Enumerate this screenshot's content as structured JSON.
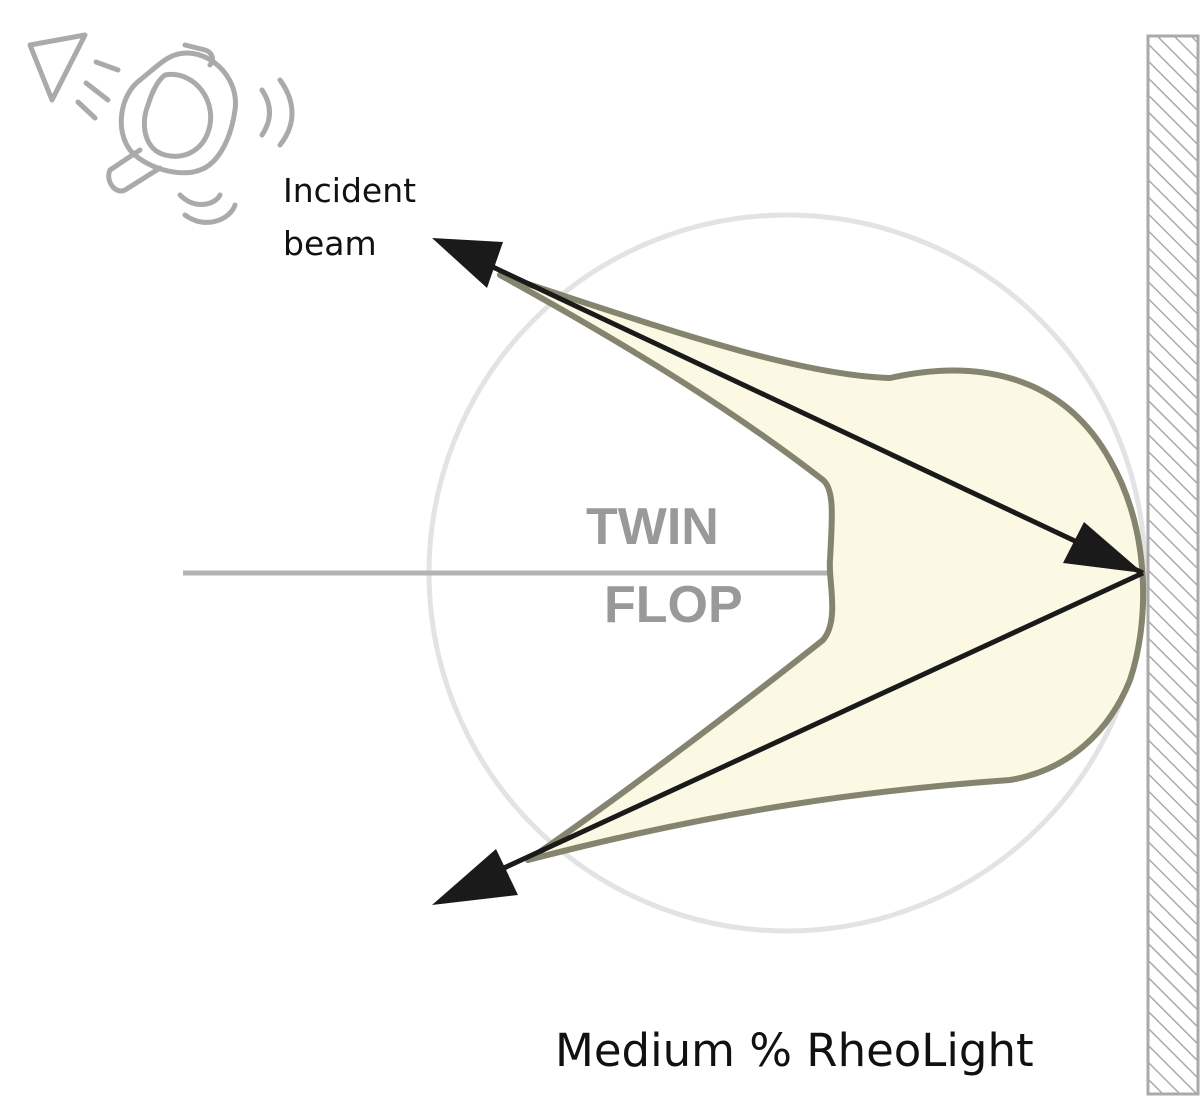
{
  "incident_label": {
    "line1": "Incident",
    "line2": "beam"
  },
  "center_label": {
    "line1": "TWIN",
    "line2": "FLOP"
  },
  "caption": "Medium % RheoLight",
  "colors": {
    "lobe_fill": "#fbf9e4",
    "lobe_stroke": "#84846f",
    "circle": "#e3e3e3",
    "axis_line": "#b3b3b3",
    "arrows": "#1a1a1a",
    "wall_hatch": "#aaaaaa",
    "icon": "#aaaaaa",
    "center_text": "#999999"
  },
  "icons": [
    "flashlight-icon"
  ]
}
